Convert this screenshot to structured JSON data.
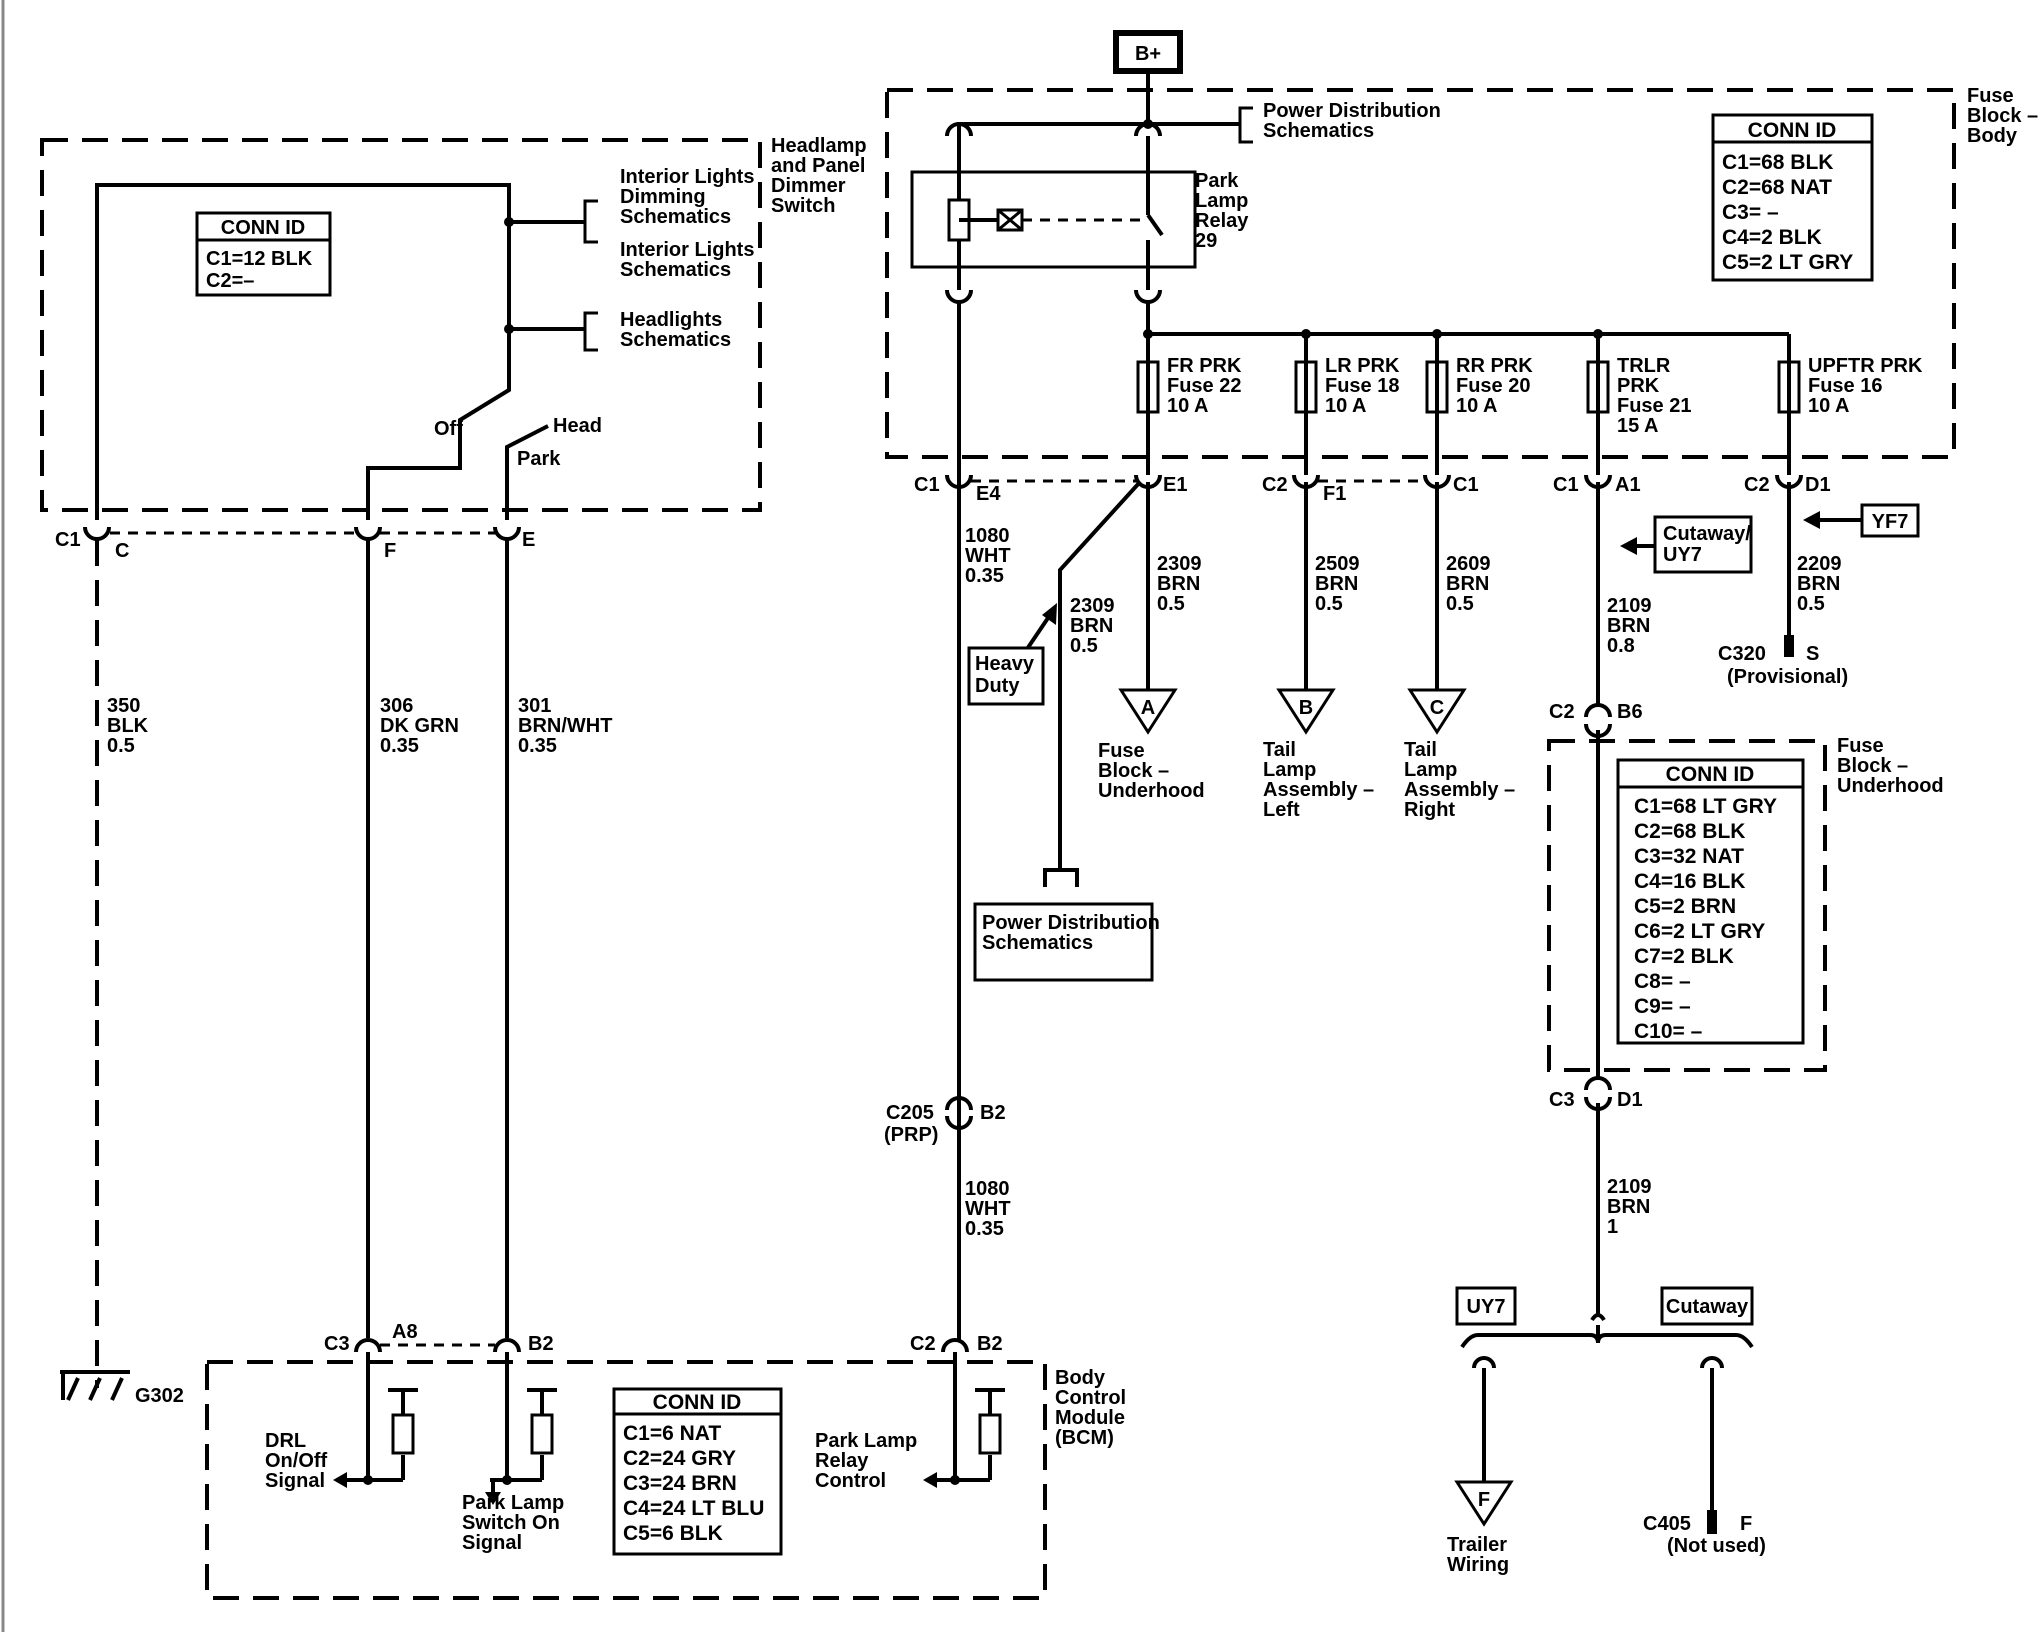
{
  "power": {
    "bplus": "B+"
  },
  "switch_block": {
    "name": [
      "Headlamp",
      "and Panel",
      "Dimmer",
      "Switch"
    ],
    "conn_title": "CONN ID",
    "conn_lines": [
      "C1=12 BLK",
      "C2=–"
    ],
    "ref_dimming": [
      "Interior Lights",
      "Dimming",
      "Schematics"
    ],
    "ref_interior": [
      "Interior Lights",
      "Schematics"
    ],
    "ref_headlights": [
      "Headlights",
      "Schematics"
    ],
    "pos_off": "Off",
    "pos_head": "Head",
    "pos_park": "Park"
  },
  "switch_pins": {
    "c1": "C1",
    "c": "C",
    "f": "F",
    "e": "E"
  },
  "wires_left": {
    "w350": [
      "350",
      "BLK",
      "0.5"
    ],
    "w306": [
      "306",
      "DK GRN",
      "0.35"
    ],
    "w301": [
      "301",
      "BRN/WHT",
      "0.35"
    ]
  },
  "ground": {
    "name": "G302"
  },
  "bcm": {
    "name": [
      "Body",
      "Control",
      "Module",
      "(BCM)"
    ],
    "conn_title": "CONN ID",
    "conn_lines": [
      "C1=6 NAT",
      "C2=24 GRY",
      "C3=24 BRN",
      "C4=24 LT BLU",
      "C5=6 BLK"
    ],
    "pin_c3": "C3",
    "pin_a8": "A8",
    "pin_b2a": "B2",
    "pin_c2": "C2",
    "pin_b2b": "B2",
    "sig_drl": [
      "DRL",
      "On/Off",
      "Signal"
    ],
    "sig_park": [
      "Park Lamp",
      "Switch On",
      "Signal"
    ],
    "sig_relay": [
      "Park Lamp",
      "Relay",
      "Control"
    ]
  },
  "fuse_body": {
    "name": [
      "Fuse",
      "Block –",
      "Body"
    ],
    "ref_power": [
      "Power Distribution",
      "Schematics"
    ],
    "relay": [
      "Park",
      "Lamp",
      "Relay",
      "29"
    ],
    "conn_title": "CONN ID",
    "conn_lines": [
      "C1=68 BLK",
      "C2=68 NAT",
      "C3= –",
      "C4=2 BLK",
      "C5=2 LT GRY"
    ],
    "fuses": [
      [
        "FR PRK",
        "Fuse 22",
        "10 A"
      ],
      [
        "LR PRK",
        "Fuse 18",
        "10 A"
      ],
      [
        "RR PRK",
        "Fuse 20",
        "10 A"
      ],
      [
        "TRLR",
        "PRK",
        "Fuse 21",
        "15 A"
      ],
      [
        "UPFTR PRK",
        "Fuse 16",
        "10 A"
      ]
    ],
    "pins": [
      "C1",
      "E4",
      "E1",
      "C2",
      "F1",
      "C1",
      "C1",
      "A1",
      "C2",
      "D1"
    ]
  },
  "wires_mid": {
    "w1080a": [
      "1080",
      "WHT",
      "0.35"
    ],
    "w2309a": [
      "2309",
      "BRN",
      "0.5"
    ],
    "w2309b": [
      "2309",
      "BRN",
      "0.5"
    ],
    "w2509": [
      "2509",
      "BRN",
      "0.5"
    ],
    "w2609": [
      "2609",
      "BRN",
      "0.5"
    ],
    "w2109a": [
      "2109",
      "BRN",
      "0.8"
    ],
    "w2209": [
      "2209",
      "BRN",
      "0.5"
    ],
    "w1080b": [
      "1080",
      "WHT",
      "0.35"
    ],
    "w2109b": [
      "2109",
      "BRN",
      "1"
    ]
  },
  "options": {
    "heavy_duty": [
      "Heavy",
      "Duty"
    ],
    "cutaway_uy7": [
      "Cutaway/",
      "UY7"
    ],
    "yf7": "YF7",
    "uy7": "UY7",
    "cutaway": "Cutaway"
  },
  "refs": {
    "power_dist": [
      "Power Distribution",
      "Schematics"
    ]
  },
  "offpage": {
    "a": "A",
    "b": "B",
    "c": "C",
    "f": "F",
    "a_label": [
      "Fuse",
      "Block –",
      "Underhood"
    ],
    "b_label": [
      "Tail",
      "Lamp",
      "Assembly –",
      "Left"
    ],
    "c_label": [
      "Tail",
      "Lamp",
      "Assembly –",
      "Right"
    ],
    "f_label": [
      "Trailer",
      "Wiring"
    ]
  },
  "connectors": {
    "c320": "C320",
    "c320_pin": "S",
    "c320_note": "(Provisional)",
    "c205": "C205",
    "c205_note": "(PRP)",
    "c205_pin": "B2",
    "c2b6": "C2",
    "b6": "B6",
    "c3d1": "C3",
    "d1": "D1",
    "c405": "C405",
    "c405_pin": "F",
    "c405_note": "(Not used)"
  },
  "fuse_under": {
    "name": [
      "Fuse",
      "Block –",
      "Underhood"
    ],
    "conn_title": "CONN ID",
    "conn_lines": [
      "C1=68 LT GRY",
      "C2=68 BLK",
      "C3=32 NAT",
      "C4=16 BLK",
      "C5=2 BRN",
      "C6=2 LT GRY",
      "C7=2 BLK",
      "C8= –",
      "C9= –",
      "C10= –"
    ]
  }
}
